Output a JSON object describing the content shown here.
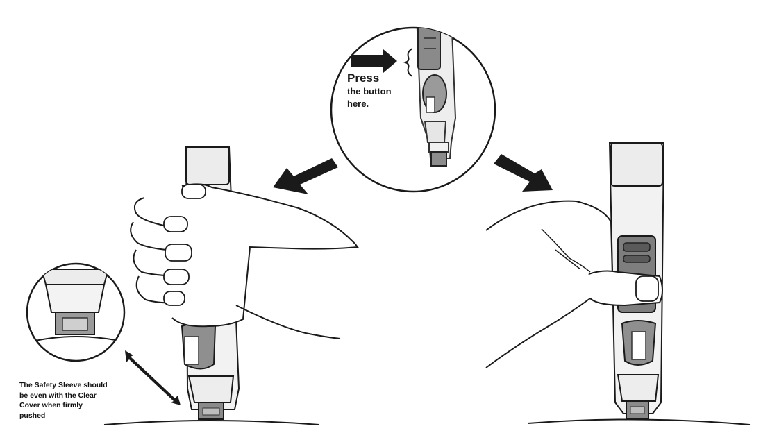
{
  "callout": {
    "press_line1": "Press",
    "press_line2": "the button",
    "press_line3": "here."
  },
  "note": {
    "line1": "The Safety Sleeve should",
    "line2": "be even with the Clear",
    "line3": "Cover when firmly",
    "line4": "pushed"
  }
}
